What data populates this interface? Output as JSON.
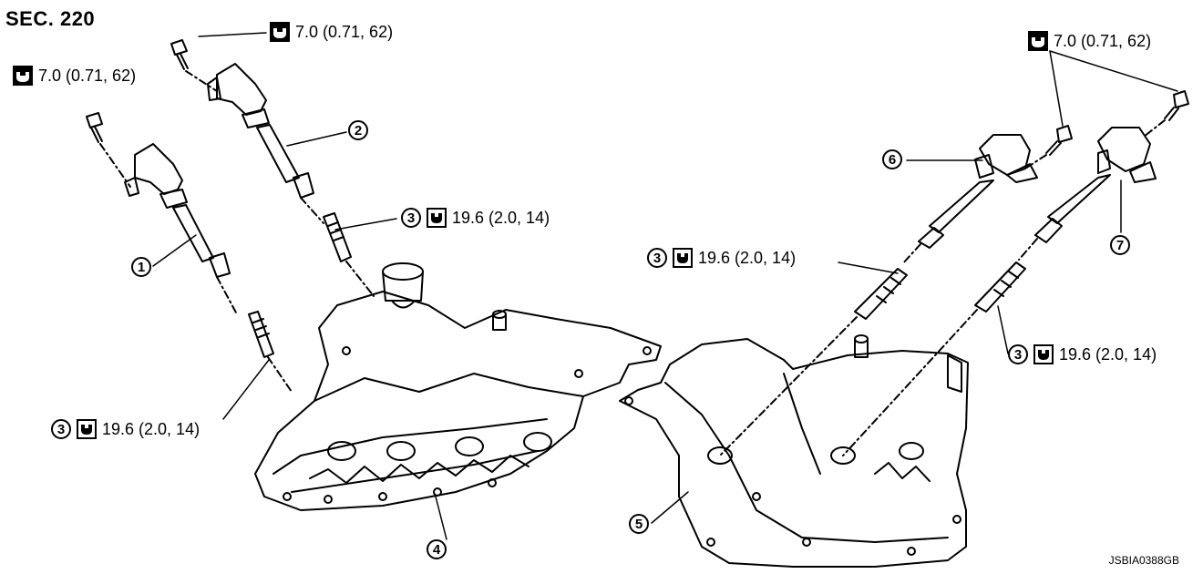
{
  "section": "SEC. 220",
  "doc_code": "JSBIA0388GB",
  "torques": {
    "coil_bolt": "7.0 (0.71, 62)",
    "spark_plug": "19.6 (2.0, 14)"
  },
  "callouts": {
    "c1": "1",
    "c2": "2",
    "c3": "3",
    "c4": "4",
    "c5": "5",
    "c6": "6",
    "c7": "7"
  },
  "icons": {
    "torque": "torque-wrench-icon"
  },
  "colors": {
    "line": "#000000",
    "background": "#ffffff"
  }
}
